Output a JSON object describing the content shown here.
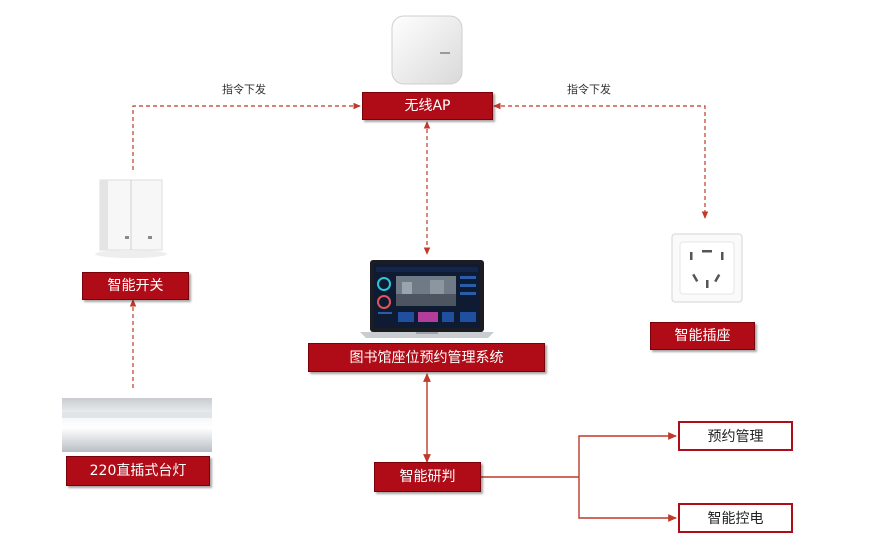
{
  "nodes": {
    "ap": "无线AP",
    "switch": "智能开关",
    "socket": "智能插座",
    "system": "图书馆座位预约管理系统",
    "lamp": "220直插式台灯",
    "judge": "智能研判",
    "reserve": "预约管理",
    "power": "智能控电"
  },
  "annotations": {
    "cmd_left": "指令下发",
    "cmd_right": "指令下发"
  },
  "colors": {
    "accent": "#b00c18",
    "wire": "#c0392b"
  },
  "icons": {
    "ap": "wireless-ap-icon",
    "switch": "wall-switch-icon",
    "socket": "wall-socket-icon",
    "laptop": "laptop-dashboard-icon",
    "lamp": "led-tube-lamp-icon"
  }
}
